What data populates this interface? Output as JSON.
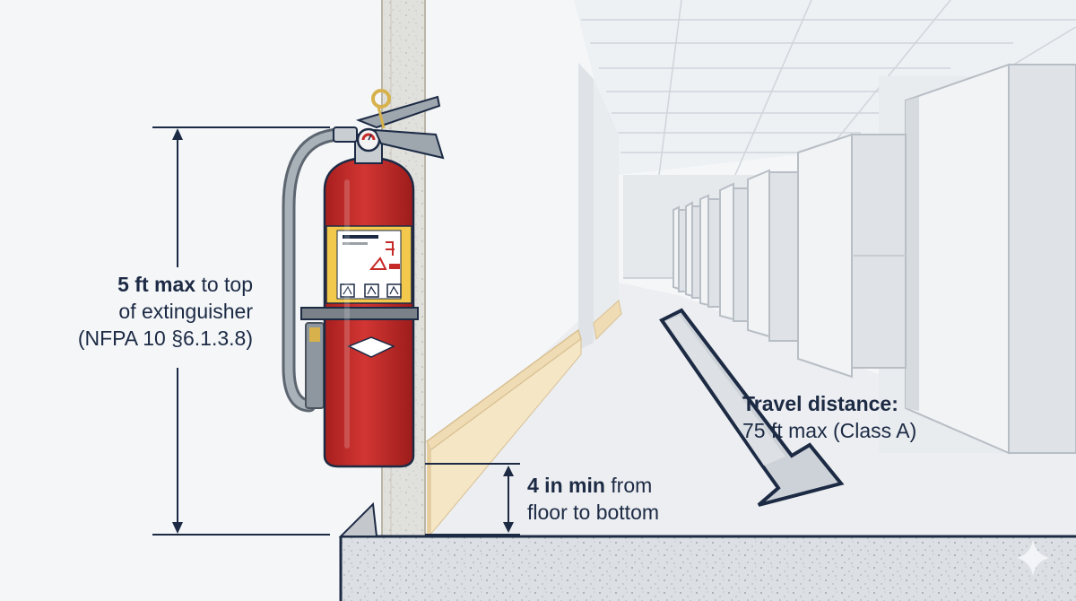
{
  "height_annotation": {
    "value": "5 ft max",
    "line1_rest": " to top",
    "line2": "of extinguisher",
    "line3": "(NFPA 10 §6.1.3.8)"
  },
  "clearance_annotation": {
    "value": "4 in min",
    "line1_rest": " from",
    "line2": "floor to bottom"
  },
  "travel_annotation": {
    "title": "Travel distance:",
    "line2": "75 ft max (Class A)"
  },
  "colors": {
    "extinguisher_red": "#c62a28",
    "label_yellow": "#f2c94c",
    "dimension_navy": "#1c2a44",
    "arrow_fill": "#cdd2d8",
    "baseboard": "#f0dcb4"
  },
  "icons": [
    "fire-extinguisher-icon",
    "travel-direction-arrow-icon",
    "sparkle-icon"
  ]
}
